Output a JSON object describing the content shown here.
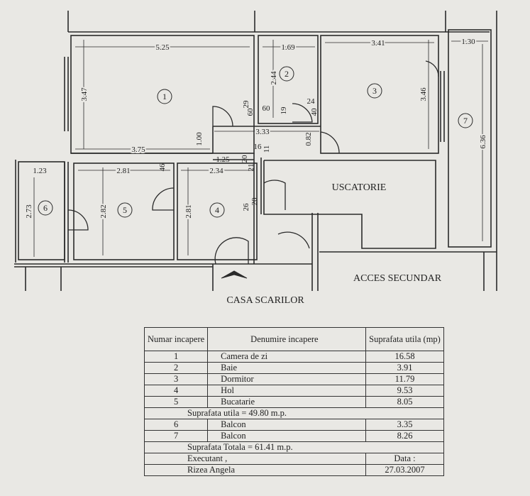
{
  "plan": {
    "rooms": [
      {
        "id": "1"
      },
      {
        "id": "2"
      },
      {
        "id": "3"
      },
      {
        "id": "4"
      },
      {
        "id": "5"
      },
      {
        "id": "6"
      },
      {
        "id": "7"
      }
    ],
    "labels": {
      "uscatorie": "USCATORIE",
      "acces": "ACCES SECUNDAR",
      "casa": "CASA SCARILOR"
    },
    "dims": {
      "d525": "5.25",
      "d169": "1.69",
      "d341": "3.41",
      "d130": "1.30",
      "d347": "3.47",
      "d244": "2.44",
      "d346": "3.46",
      "d636": "6.36",
      "d29": "29",
      "d60a": "60",
      "d60b": "60",
      "d19": "19",
      "d24": "24",
      "d40": "40",
      "d100": "1.00",
      "d333": "3.33",
      "d082": "0.82",
      "d375": "3.75",
      "d125": "1.25",
      "d16": "16",
      "d11": "11",
      "d20a": "20",
      "d21": "21",
      "d123": "1.23",
      "d281a": "2.81",
      "d46": "46",
      "d234": "2.34",
      "d273": "2.73",
      "d282": "2.82",
      "d281b": "2.81",
      "d20b": "20",
      "d26": "26"
    }
  },
  "table": {
    "header": {
      "col1": "Numar incapere",
      "col2": "Denumire incapere",
      "col3": "Suprafata utila (mp)"
    },
    "rows": [
      {
        "nr": "1",
        "name": "Camera de zi",
        "area": "16.58"
      },
      {
        "nr": "2",
        "name": "Baie",
        "area": "3.91"
      },
      {
        "nr": "3",
        "name": "Dormitor",
        "area": "11.79"
      },
      {
        "nr": "4",
        "name": "Hol",
        "area": "9.53"
      },
      {
        "nr": "5",
        "name": "Bucatarie",
        "area": "8.05"
      }
    ],
    "subtotal": "Suprafata utila = 49.80 m.p.",
    "balcony_rows": [
      {
        "nr": "6",
        "name": "Balcon",
        "area": "3.35"
      },
      {
        "nr": "7",
        "name": "Balcon",
        "area": "8.26"
      }
    ],
    "total": "Suprafata Totala = 61.41 m.p.",
    "executant_label": "Executant ,",
    "executant_name": "Rizea Angela",
    "data_label": "Data :",
    "data_value": "27.03.2007"
  }
}
